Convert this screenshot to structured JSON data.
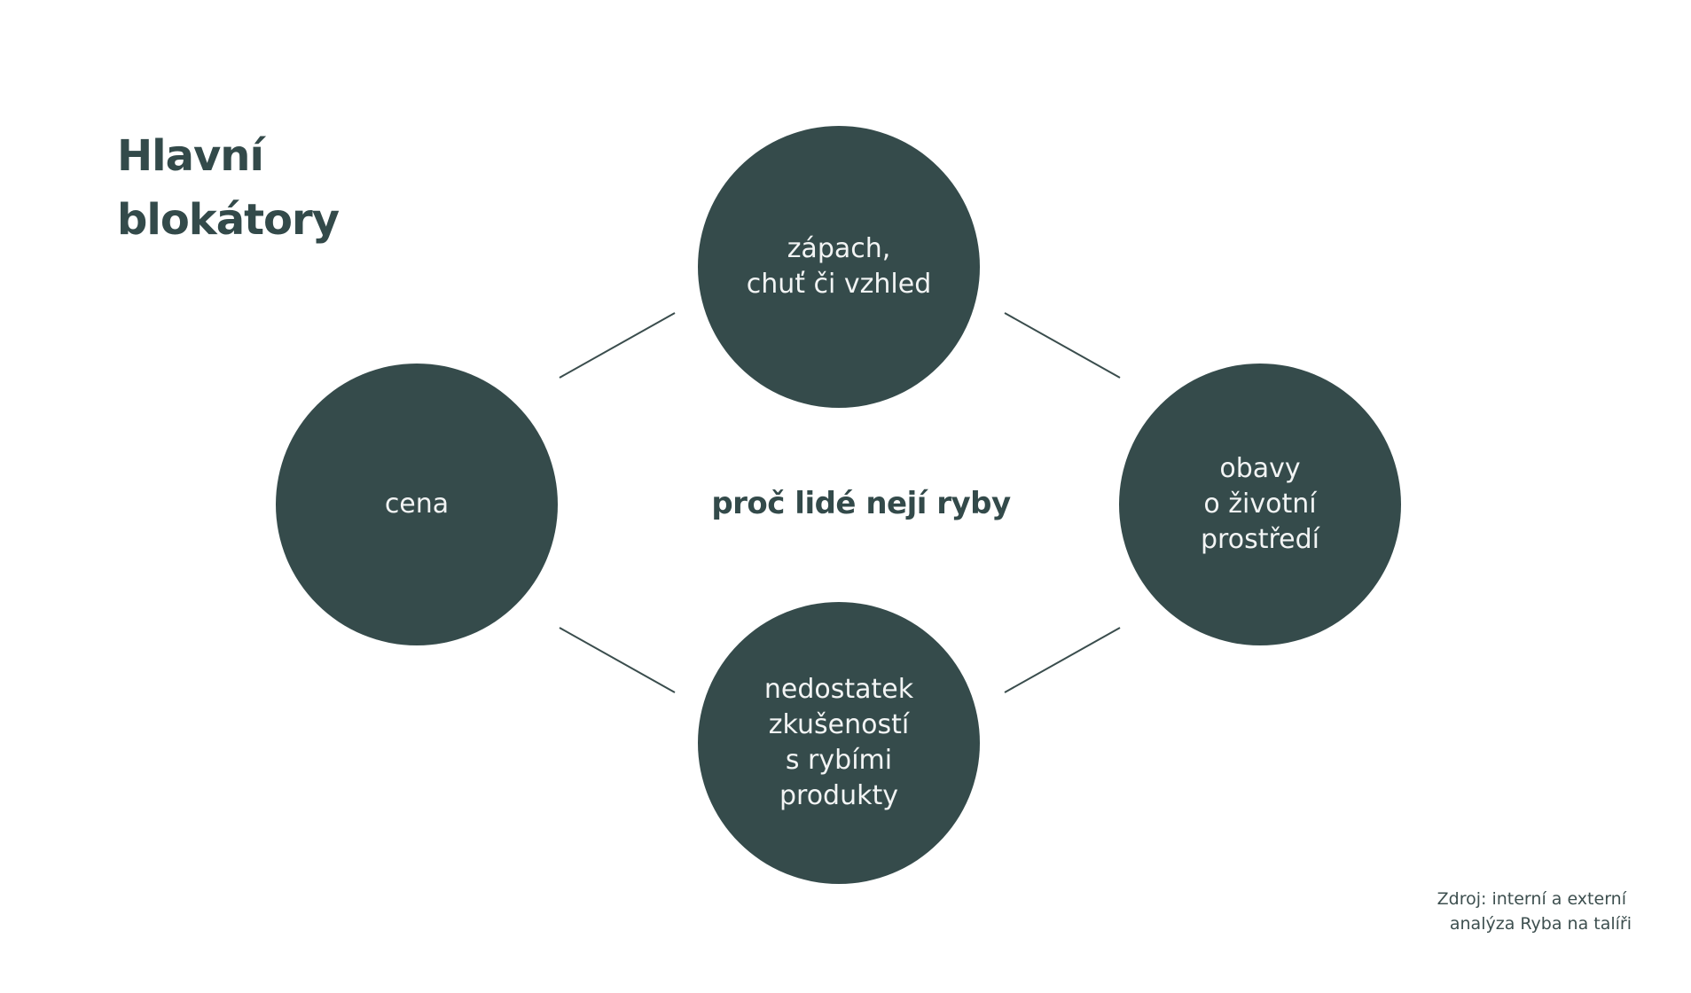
{
  "title": {
    "line1": "Hlavní",
    "line2": "blokátory"
  },
  "center_label": "proč lidé nejí ryby",
  "nodes": {
    "top": {
      "lines": [
        "zápach,",
        "chuť či vzhled"
      ]
    },
    "left": {
      "lines": [
        "cena"
      ]
    },
    "right": {
      "lines": [
        "obavy",
        "o životní",
        "prostředí"
      ]
    },
    "bottom": {
      "lines": [
        "nedostatek",
        "zkušeností",
        "s rybími",
        "produkty"
      ]
    }
  },
  "source": {
    "line1": "Zdroj: interní a externí",
    "line2": "analýza Ryba na talíři"
  },
  "colors": {
    "node_fill": "#354b4b",
    "text_dark": "#334a4a",
    "node_text": "#f2f4f4",
    "connector": "#3a4d4d",
    "background": "#ffffff"
  }
}
